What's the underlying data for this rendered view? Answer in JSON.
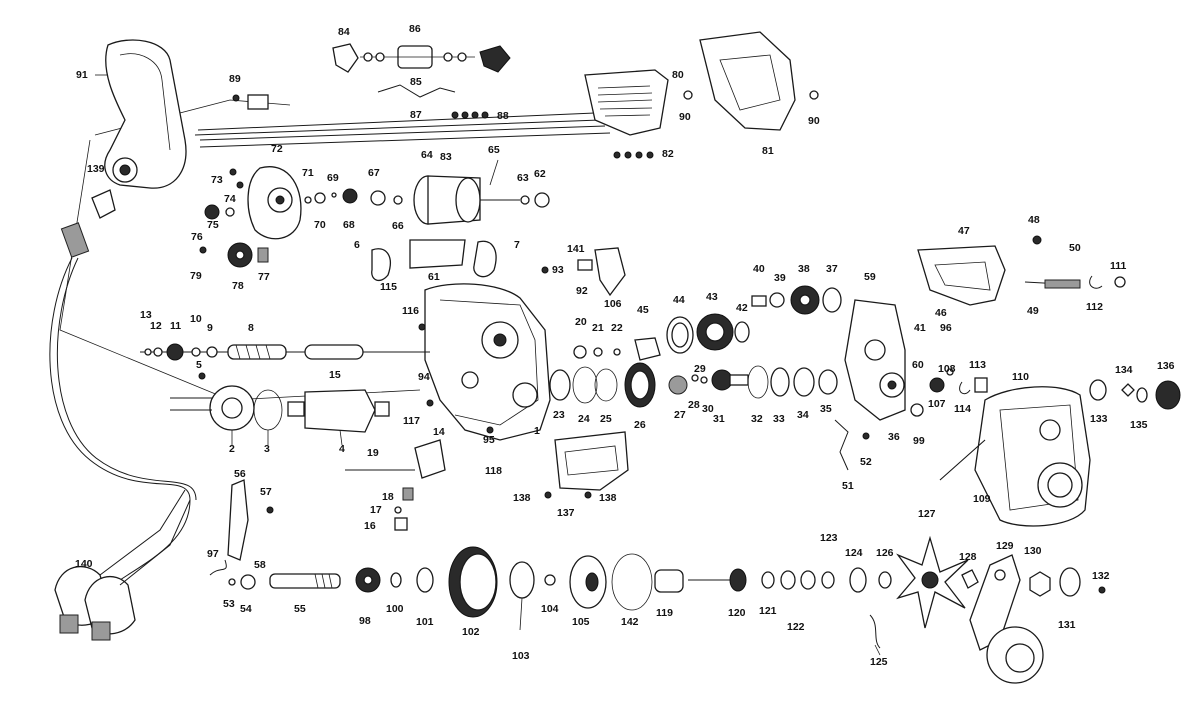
{
  "callouts": [
    "1",
    "2",
    "3",
    "4",
    "5",
    "6",
    "7",
    "8",
    "9",
    "10",
    "11",
    "12",
    "13",
    "14",
    "15",
    "16",
    "17",
    "18",
    "19",
    "20",
    "21",
    "22",
    "23",
    "24",
    "25",
    "26",
    "27",
    "28",
    "29",
    "30",
    "31",
    "32",
    "33",
    "34",
    "35",
    "36",
    "37",
    "38",
    "39",
    "40",
    "41",
    "42",
    "43",
    "44",
    "45",
    "46",
    "47",
    "48",
    "49",
    "50",
    "51",
    "52",
    "53",
    "54",
    "55",
    "56",
    "57",
    "58",
    "59",
    "60",
    "61",
    "62",
    "63",
    "64",
    "65",
    "66",
    "67",
    "68",
    "69",
    "70",
    "71",
    "72",
    "73",
    "74",
    "75",
    "76",
    "77",
    "78",
    "79",
    "80",
    "81",
    "82",
    "83",
    "84",
    "85",
    "86",
    "87",
    "88",
    "89",
    "90",
    "91",
    "92",
    "93",
    "94",
    "95",
    "96",
    "97",
    "98",
    "99",
    "100",
    "101",
    "102",
    "103",
    "104",
    "105",
    "106",
    "107",
    "108",
    "109",
    "110",
    "111",
    "112",
    "113",
    "114",
    "115",
    "116",
    "117",
    "118",
    "119",
    "120",
    "121",
    "122",
    "123",
    "124",
    "125",
    "126",
    "127",
    "128",
    "129",
    "130",
    "131",
    "132",
    "133",
    "134",
    "135",
    "136",
    "137",
    "138",
    "139",
    "140",
    "141",
    "142"
  ]
}
